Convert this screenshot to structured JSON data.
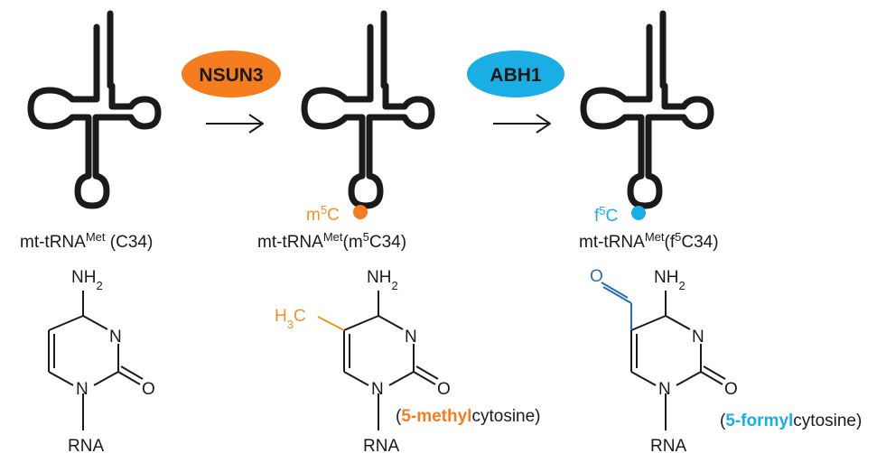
{
  "colors": {
    "ink": "#1a1a1a",
    "nsun3": "#f47d20",
    "abh1": "#1aaee5",
    "methyl": "#f4912a",
    "methyl_dot": "#f47d20",
    "formyl_text": "#1aaee5",
    "formyl_dot": "#1aaee5",
    "formyl_bond": "#2a6db4"
  },
  "enzymes": [
    {
      "label": "NSUN3"
    },
    {
      "label": "ABH1"
    }
  ],
  "trna": [
    {
      "base": "mt-tRNA",
      "sup": "Met",
      "suffix": " (C34)"
    },
    {
      "base": "mt-tRNA",
      "sup": "Met",
      "suffix_pre": "(m",
      "suffix_sup": "5",
      "suffix_post": "C34)"
    },
    {
      "base": "mt-tRNA",
      "sup": "Met",
      "suffix_pre": "(f",
      "suffix_sup": "5",
      "suffix_post": "C34)"
    }
  ],
  "modification_labels": [
    {
      "pre": "m",
      "sup": "5",
      "post": "C"
    },
    {
      "pre": "f",
      "sup": "5",
      "post": "C"
    }
  ],
  "structures": {
    "nh2": "NH",
    "nh2_sub": "2",
    "n": "N",
    "o": "O",
    "rna": "RNA",
    "h3c": "H",
    "h3c_sub": "3",
    "h3c_post": "C",
    "formyl_o": "O"
  },
  "names": [
    {
      "open": "(",
      "bold": "5-methyl",
      "rest": "cytosine)"
    },
    {
      "open": "(",
      "bold": "5-formyl",
      "rest": "cytosine)"
    }
  ]
}
